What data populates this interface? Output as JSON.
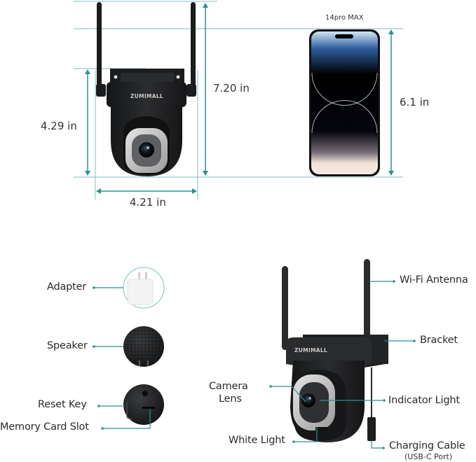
{
  "colors": {
    "accent_teal": "#2e8f8f",
    "guide_line": "#7cc0bd",
    "device_body": "#1e1f21",
    "background": "#ffffff"
  },
  "dimensions": {
    "camera_height_total": "7.20 in",
    "camera_body_height": "4.29 in",
    "camera_width": "4.21 in",
    "phone_label": "14pro MAX",
    "phone_height": "6.1 in"
  },
  "camera_brand": "ZUMIMALL",
  "accessories": [
    {
      "label": "Adapter",
      "icon": "power-adapter-icon"
    },
    {
      "label": "Speaker",
      "icon": "speaker-grille-icon"
    },
    {
      "label": "Reset Key",
      "icon": "camera-bottom-icon"
    },
    {
      "label": "Memory Card Slot",
      "icon": "card-slot-icon"
    }
  ],
  "callouts": {
    "wifi_antenna": "Wi-Fi Antenna",
    "bracket": "Bracket",
    "camera_lens_line1": "Camera",
    "camera_lens_line2": "Lens",
    "indicator_light": "Indicator Light",
    "white_light": "White Light",
    "charging_cable": "Charging Cable",
    "charging_cable_sub": "(USB-C Port)"
  }
}
